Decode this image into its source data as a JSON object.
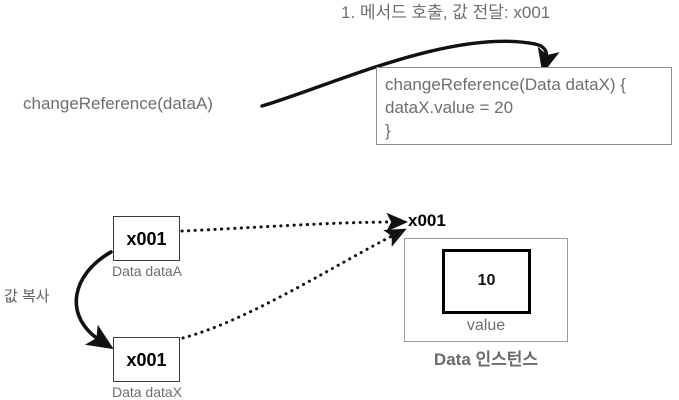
{
  "diagram": {
    "title_note": "1. 메서드 호출, 값 전달: x001",
    "caller": {
      "label": "changeReference(dataA)"
    },
    "method_box": {
      "line1": "changeReference(Data dataX) {",
      "line2": "dataX.value = 20",
      "line3": "}"
    },
    "copy_arrow": {
      "label": "값 복사"
    },
    "references": [
      {
        "value": "x001",
        "caption": "Data dataA"
      },
      {
        "value": "x001",
        "caption": "Data dataX"
      }
    ],
    "instance": {
      "address": "x001",
      "field_value": "10",
      "field_name": "value",
      "caption": "Data 인스턴스"
    },
    "colors": {
      "background": "#ffffff",
      "text_gray": "#6e6e6e",
      "text_black": "#000000",
      "box_border_dark": "#3b3b3b",
      "box_border_light": "#9a9a9a",
      "arrow": "#111111"
    }
  }
}
